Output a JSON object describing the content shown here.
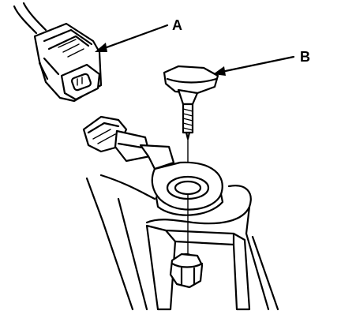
{
  "diagram": {
    "callouts": [
      {
        "id": "A",
        "label": "A",
        "part": "connector"
      },
      {
        "id": "B",
        "label": "B",
        "part": "bolt"
      }
    ],
    "colors": {
      "ink": "#000000",
      "paper": "#ffffff"
    }
  }
}
